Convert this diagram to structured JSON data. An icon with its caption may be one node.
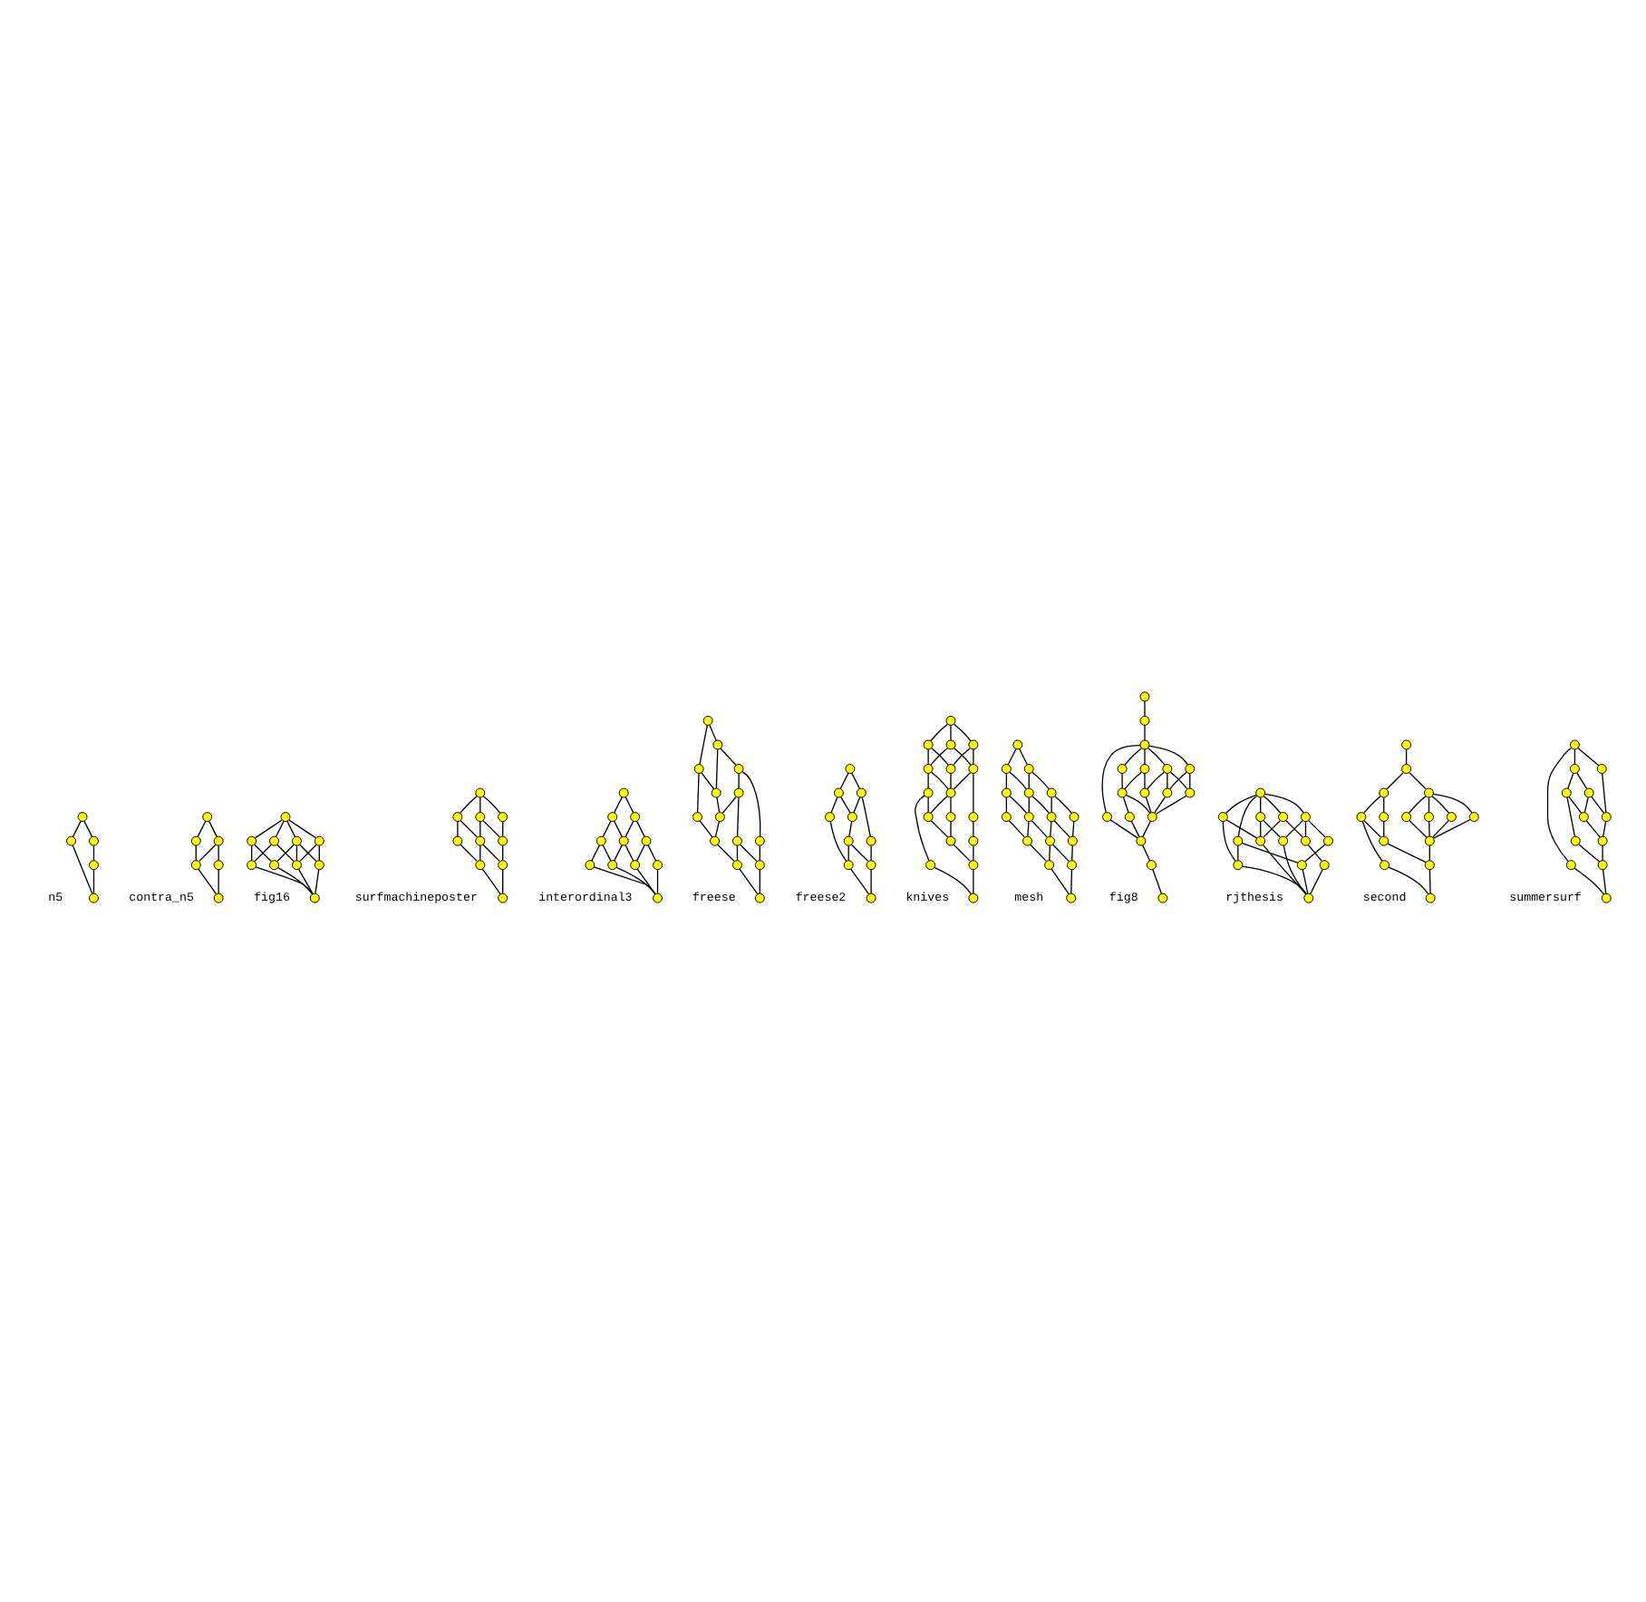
{
  "diagram": {
    "nodes": [
      {
        "text": [],
        "shape": "circle"
      },
      {
        "text": [],
        "shape": "circle"
      },
      {
        "text": [],
        "shape": "circle"
      },
      {
        "text": [],
        "shape": "circle"
      },
      {
        "text": [],
        "shape": "circle"
      },
      {
        "text": [],
        "shape": "circle"
      },
      {
        "text": [],
        "shape": "circle"
      },
      {
        "text": [],
        "shape": "circle"
      },
      {
        "text": [],
        "shape": "circle"
      },
      {
        "text": [],
        "shape": "circle"
      },
      {
        "text": [],
        "shape": "circle"
      },
      {
        "text": [],
        "shape": "circle"
      },
      {
        "text": [],
        "shape": "circle"
      },
      {
        "text": [],
        "shape": "circle"
      },
      {
        "text": [],
        "shape": "circle"
      },
      {
        "text": [],
        "shape": "circle"
      },
      {
        "text": [],
        "shape": "circle"
      },
      {
        "text": [],
        "shape": "circle"
      },
      {
        "text": [],
        "shape": "circle"
      },
      {
        "text": [],
        "shape": "circle"
      },
      {
        "text": [],
        "shape": "circle"
      },
      {
        "text": [],
        "shape": "circle"
      },
      {
        "text": [],
        "shape": "circle"
      },
      {
        "text": [],
        "shape": "circle"
      },
      {
        "text": [],
        "shape": "circle"
      },
      {
        "text": [],
        "shape": "circle"
      },
      {
        "text": [],
        "shape": "circle"
      },
      {
        "text": [],
        "shape": "circle"
      },
      {
        "text": [],
        "shape": "circle"
      },
      {
        "text": [],
        "shape": "circle"
      },
      {
        "text": [],
        "shape": "circle"
      },
      {
        "text": [],
        "shape": "circle"
      },
      {
        "text": [],
        "shape": "circle"
      },
      {
        "text": [],
        "shape": "circle"
      },
      {
        "text": [],
        "shape": "circle"
      },
      {
        "text": [],
        "shape": "circle"
      },
      {
        "text": [],
        "shape": "circle"
      },
      {
        "text": [],
        "shape": "circle"
      },
      {
        "text": [],
        "shape": "circle"
      },
      {
        "text": [],
        "shape": "circle"
      },
      {
        "text": [],
        "shape": "circle"
      },
      {
        "text": [],
        "shape": "circle"
      },
      {
        "text": [],
        "shape": "circle"
      },
      {
        "text": [],
        "shape": "circle"
      },
      {
        "text": [],
        "shape": "circle"
      },
      {
        "text": [],
        "shape": "circle"
      },
      {
        "text": [],
        "shape": "circle"
      },
      {
        "text": [],
        "shape": "circle"
      },
      {
        "text": [],
        "shape": "circle"
      },
      {
        "text": [],
        "shape": "circle"
      },
      {
        "text": [],
        "shape": "circle"
      },
      {
        "text": [],
        "shape": "circle"
      },
      {
        "text": [],
        "shape": "circle"
      },
      {
        "text": [],
        "shape": "circle"
      },
      {
        "text": [],
        "shape": "circle"
      },
      {
        "text": [],
        "shape": "circle"
      },
      {
        "text": [],
        "shape": "circle"
      },
      {
        "text": [],
        "shape": "circle"
      },
      {
        "text": [],
        "shape": "circle"
      },
      {
        "text": [],
        "shape": "circle"
      },
      {
        "text": [],
        "shape": "circle"
      },
      {
        "text": [],
        "shape": "circle"
      },
      {
        "text": [],
        "shape": "circle"
      },
      {
        "text": [],
        "shape": "circle"
      },
      {
        "text": [],
        "shape": "circle"
      },
      {
        "text": [],
        "shape": "circle"
      },
      {
        "text": [],
        "shape": "circle"
      },
      {
        "text": [],
        "shape": "circle"
      },
      {
        "text": [],
        "shape": "circle"
      },
      {
        "text": [],
        "shape": "circle"
      },
      {
        "text": [],
        "shape": "circle"
      },
      {
        "text": [],
        "shape": "circle"
      },
      {
        "text": [],
        "shape": "circle"
      },
      {
        "text": [],
        "shape": "circle"
      },
      {
        "text": [],
        "shape": "circle"
      },
      {
        "text": [],
        "shape": "circle"
      },
      {
        "text": [],
        "shape": "circle"
      },
      {
        "text": [],
        "shape": "circle"
      },
      {
        "text": [],
        "shape": "circle"
      },
      {
        "text": [],
        "shape": "circle"
      },
      {
        "text": [],
        "shape": "circle"
      },
      {
        "text": [],
        "shape": "circle"
      },
      {
        "text": [],
        "shape": "circle"
      },
      {
        "text": [],
        "shape": "circle"
      },
      {
        "text": [],
        "shape": "circle"
      },
      {
        "text": [],
        "shape": "circle"
      },
      {
        "text": [],
        "shape": "circle"
      },
      {
        "text": [],
        "shape": "circle"
      },
      {
        "text": [],
        "shape": "circle"
      },
      {
        "text": [],
        "shape": "circle"
      },
      {
        "text": [],
        "shape": "circle"
      },
      {
        "text": [],
        "shape": "circle"
      },
      {
        "text": [],
        "shape": "circle"
      },
      {
        "text": [],
        "shape": "circle"
      },
      {
        "text": [],
        "shape": "circle"
      },
      {
        "text": [],
        "shape": "circle"
      },
      {
        "text": [],
        "shape": "circle"
      },
      {
        "text": [],
        "shape": "circle"
      },
      {
        "text": [],
        "shape": "circle"
      },
      {
        "text": [],
        "shape": "circle"
      },
      {
        "text": [],
        "shape": "circle"
      },
      {
        "text": [],
        "shape": "circle"
      },
      {
        "text": [],
        "shape": "circle"
      },
      {
        "text": [],
        "shape": "circle"
      },
      {
        "text": [],
        "shape": "circle"
      },
      {
        "text": [],
        "shape": "circle"
      },
      {
        "text": [],
        "shape": "circle"
      },
      {
        "text": [],
        "shape": "circle"
      },
      {
        "text": [],
        "shape": "circle"
      },
      {
        "text": [],
        "shape": "circle"
      },
      {
        "text": [],
        "shape": "circle"
      },
      {
        "text": [],
        "shape": "circle"
      },
      {
        "text": [],
        "shape": "circle"
      },
      {
        "text": [],
        "shape": "circle"
      },
      {
        "text": [],
        "shape": "circle"
      },
      {
        "text": [],
        "shape": "circle"
      },
      {
        "text": [],
        "shape": "circle"
      },
      {
        "text": [],
        "shape": "circle"
      },
      {
        "text": [],
        "shape": "circle"
      },
      {
        "text": [],
        "shape": "circle"
      },
      {
        "text": [],
        "shape": "circle"
      },
      {
        "text": [],
        "shape": "circle"
      },
      {
        "text": [],
        "shape": "circle"
      },
      {
        "text": [],
        "shape": "circle"
      },
      {
        "text": [],
        "shape": "circle"
      },
      {
        "text": [],
        "shape": "circle"
      },
      {
        "text": [],
        "shape": "circle"
      },
      {
        "text": [],
        "shape": "circle"
      },
      {
        "text": [],
        "shape": "circle"
      },
      {
        "text": [],
        "shape": "circle"
      },
      {
        "text": [],
        "shape": "circle"
      },
      {
        "text": [],
        "shape": "circle"
      },
      {
        "text": [],
        "shape": "circle"
      },
      {
        "text": [],
        "shape": "circle"
      },
      {
        "text": [],
        "shape": "circle"
      },
      {
        "text": [],
        "shape": "circle"
      },
      {
        "text": [],
        "shape": "circle"
      },
      {
        "text": [],
        "shape": "circle"
      },
      {
        "text": [],
        "shape": "circle"
      },
      {
        "text": [],
        "shape": "circle"
      },
      {
        "text": [],
        "shape": "circle"
      },
      {
        "text": [],
        "shape": "circle"
      },
      {
        "text": [],
        "shape": "circle"
      },
      {
        "text": [],
        "shape": "circle"
      },
      {
        "text": [],
        "shape": "circle"
      },
      {
        "text": [],
        "shape": "circle"
      },
      {
        "text": [],
        "shape": "circle"
      },
      {
        "text": [],
        "shape": "circle"
      },
      {
        "text": [],
        "shape": "circle"
      },
      {
        "text": [],
        "shape": "circle"
      },
      {
        "text": [],
        "shape": "circle"
      },
      {
        "text": [],
        "shape": "circle"
      },
      {
        "text": [],
        "shape": "circle"
      },
      {
        "text": [],
        "shape": "circle"
      },
      {
        "text": [],
        "shape": "circle"
      },
      {
        "text": [],
        "shape": "circle"
      },
      {
        "text": [],
        "shape": "circle"
      }
    ],
    "edges": [
      {
        "from": 1,
        "to": 0,
        "arrow": "none"
      },
      {
        "from": 2,
        "to": 0,
        "arrow": "none"
      },
      {
        "from": 3,
        "to": 1,
        "arrow": "none"
      },
      {
        "from": 4,
        "to": 2,
        "arrow": "none"
      },
      {
        "from": 4,
        "to": 3,
        "arrow": "none"
      },
      {
        "from": 6,
        "to": 5,
        "arrow": "none"
      },
      {
        "from": 7,
        "to": 5,
        "arrow": "none"
      },
      {
        "from": 8,
        "to": 6,
        "arrow": "none"
      },
      {
        "from": 8,
        "to": 7,
        "arrow": "none"
      },
      {
        "from": 9,
        "to": 7,
        "arrow": "none"
      },
      {
        "from": 10,
        "to": 8,
        "arrow": "none"
      },
      {
        "from": 10,
        "to": 9,
        "arrow": "none"
      },
      {
        "from": 12,
        "to": 11,
        "arrow": "none"
      },
      {
        "from": 13,
        "to": 11,
        "arrow": "none"
      },
      {
        "from": 14,
        "to": 11,
        "arrow": "none"
      },
      {
        "from": 15,
        "to": 11,
        "arrow": "none"
      },
      {
        "from": 16,
        "to": 13,
        "arrow": "none"
      },
      {
        "from": 16,
        "to": 14,
        "arrow": "none"
      },
      {
        "from": 17,
        "to": 12,
        "arrow": "none"
      },
      {
        "from": 17,
        "to": 15,
        "arrow": "none"
      },
      {
        "from": 18,
        "to": 12,
        "arrow": "none"
      },
      {
        "from": 18,
        "to": 13,
        "arrow": "none"
      },
      {
        "from": 18,
        "to": 15,
        "arrow": "none"
      },
      {
        "from": 19,
        "to": 14,
        "arrow": "none"
      },
      {
        "from": 19,
        "to": 15,
        "arrow": "none"
      },
      {
        "from": 20,
        "to": 16,
        "arrow": "none"
      },
      {
        "from": 20,
        "to": 17,
        "arrow": "none"
      },
      {
        "from": 20,
        "to": 18,
        "arrow": "none"
      },
      {
        "from": 20,
        "to": 19,
        "arrow": "none"
      },
      {
        "from": 22,
        "to": 21,
        "arrow": "none"
      },
      {
        "from": 23,
        "to": 21,
        "arrow": "none"
      },
      {
        "from": 24,
        "to": 21,
        "arrow": "none"
      },
      {
        "from": 25,
        "to": 22,
        "arrow": "none"
      },
      {
        "from": 26,
        "to": 22,
        "arrow": "none"
      },
      {
        "from": 26,
        "to": 23,
        "arrow": "none"
      },
      {
        "from": 27,
        "to": 23,
        "arrow": "none"
      },
      {
        "from": 27,
        "to": 24,
        "arrow": "none"
      },
      {
        "from": 28,
        "to": 25,
        "arrow": "none"
      },
      {
        "from": 28,
        "to": 26,
        "arrow": "none"
      },
      {
        "from": 29,
        "to": 26,
        "arrow": "none"
      },
      {
        "from": 29,
        "to": 27,
        "arrow": "none"
      },
      {
        "from": 30,
        "to": 28,
        "arrow": "none"
      },
      {
        "from": 30,
        "to": 29,
        "arrow": "none"
      },
      {
        "from": 32,
        "to": 31,
        "arrow": "none"
      },
      {
        "from": 33,
        "to": 31,
        "arrow": "none"
      },
      {
        "from": 34,
        "to": 32,
        "arrow": "none"
      },
      {
        "from": 35,
        "to": 32,
        "arrow": "none"
      },
      {
        "from": 35,
        "to": 33,
        "arrow": "none"
      },
      {
        "from": 36,
        "to": 33,
        "arrow": "none"
      },
      {
        "from": 37,
        "to": 34,
        "arrow": "none"
      },
      {
        "from": 38,
        "to": 34,
        "arrow": "none"
      },
      {
        "from": 38,
        "to": 35,
        "arrow": "none"
      },
      {
        "from": 39,
        "to": 35,
        "arrow": "none"
      },
      {
        "from": 39,
        "to": 36,
        "arrow": "none"
      },
      {
        "from": 40,
        "to": 36,
        "arrow": "none"
      },
      {
        "from": 41,
        "to": 37,
        "arrow": "none"
      },
      {
        "from": 41,
        "to": 38,
        "arrow": "none"
      },
      {
        "from": 41,
        "to": 39,
        "arrow": "none"
      },
      {
        "from": 41,
        "to": 40,
        "arrow": "none"
      },
      {
        "from": 43,
        "to": 42,
        "arrow": "none"
      },
      {
        "from": 44,
        "to": 42,
        "arrow": "none"
      },
      {
        "from": 45,
        "to": 43,
        "arrow": "none"
      },
      {
        "from": 46,
        "to": 43,
        "arrow": "none"
      },
      {
        "from": 46,
        "to": 44,
        "arrow": "none"
      },
      {
        "from": 47,
        "to": 44,
        "arrow": "none"
      },
      {
        "from": 48,
        "to": 47,
        "arrow": "none"
      },
      {
        "from": 49,
        "to": 47,
        "arrow": "none"
      },
      {
        "from": 50,
        "to": 46,
        "arrow": "none"
      },
      {
        "from": 50,
        "to": 48,
        "arrow": "none"
      },
      {
        "from": 51,
        "to": 48,
        "arrow": "none"
      },
      {
        "from": 52,
        "to": 45,
        "arrow": "none"
      },
      {
        "from": 52,
        "to": 50,
        "arrow": "none"
      },
      {
        "from": 53,
        "to": 51,
        "arrow": "none"
      },
      {
        "from": 53,
        "to": 49,
        "arrow": "none"
      },
      {
        "from": 54,
        "to": 52,
        "arrow": "none"
      },
      {
        "from": 54,
        "to": 51,
        "arrow": "none"
      },
      {
        "from": 55,
        "to": 54,
        "arrow": "none"
      },
      {
        "from": 55,
        "to": 53,
        "arrow": "none"
      },
      {
        "from": 57,
        "to": 56,
        "arrow": "none"
      },
      {
        "from": 58,
        "to": 56,
        "arrow": "none"
      },
      {
        "from": 59,
        "to": 57,
        "arrow": "none"
      },
      {
        "from": 60,
        "to": 57,
        "arrow": "none"
      },
      {
        "from": 60,
        "to": 58,
        "arrow": "none"
      },
      {
        "from": 61,
        "to": 58,
        "arrow": "none"
      },
      {
        "from": 62,
        "to": 60,
        "arrow": "none"
      },
      {
        "from": 63,
        "to": 59,
        "arrow": "none"
      },
      {
        "from": 63,
        "to": 62,
        "arrow": "none"
      },
      {
        "from": 64,
        "to": 62,
        "arrow": "none"
      },
      {
        "from": 64,
        "to": 61,
        "arrow": "none"
      },
      {
        "from": 65,
        "to": 63,
        "arrow": "none"
      },
      {
        "from": 65,
        "to": 64,
        "arrow": "none"
      },
      {
        "from": 67,
        "to": 66,
        "arrow": "none"
      },
      {
        "from": 68,
        "to": 66,
        "arrow": "none"
      },
      {
        "from": 69,
        "to": 66,
        "arrow": "none"
      },
      {
        "from": 70,
        "to": 67,
        "arrow": "none"
      },
      {
        "from": 71,
        "to": 67,
        "arrow": "none"
      },
      {
        "from": 70,
        "to": 68,
        "arrow": "none"
      },
      {
        "from": 72,
        "to": 68,
        "arrow": "none"
      },
      {
        "from": 71,
        "to": 69,
        "arrow": "none"
      },
      {
        "from": 72,
        "to": 69,
        "arrow": "none"
      },
      {
        "from": 74,
        "to": 70,
        "arrow": "none"
      },
      {
        "from": 73,
        "to": 71,
        "arrow": "none"
      },
      {
        "from": 74,
        "to": 71,
        "arrow": "none"
      },
      {
        "from": 74,
        "to": 72,
        "arrow": "none"
      },
      {
        "from": 75,
        "to": 72,
        "arrow": "none"
      },
      {
        "from": 76,
        "to": 73,
        "arrow": "none"
      },
      {
        "from": 77,
        "to": 73,
        "arrow": "none"
      },
      {
        "from": 77,
        "to": 74,
        "arrow": "none"
      },
      {
        "from": 78,
        "to": 74,
        "arrow": "none"
      },
      {
        "from": 79,
        "to": 75,
        "arrow": "none"
      },
      {
        "from": 80,
        "to": 77,
        "arrow": "none"
      },
      {
        "from": 80,
        "to": 78,
        "arrow": "none"
      },
      {
        "from": 81,
        "to": 80,
        "arrow": "none"
      },
      {
        "from": 81,
        "to": 79,
        "arrow": "none"
      },
      {
        "from": 82,
        "to": 76,
        "arrow": "none"
      },
      {
        "from": 82,
        "to": 81,
        "arrow": "none"
      },
      {
        "from": 84,
        "to": 83,
        "arrow": "none"
      },
      {
        "from": 85,
        "to": 83,
        "arrow": "none"
      },
      {
        "from": 86,
        "to": 84,
        "arrow": "none"
      },
      {
        "from": 87,
        "to": 84,
        "arrow": "none"
      },
      {
        "from": 87,
        "to": 85,
        "arrow": "none"
      },
      {
        "from": 88,
        "to": 85,
        "arrow": "none"
      },
      {
        "from": 89,
        "to": 86,
        "arrow": "none"
      },
      {
        "from": 90,
        "to": 86,
        "arrow": "none"
      },
      {
        "from": 90,
        "to": 87,
        "arrow": "none"
      },
      {
        "from": 91,
        "to": 87,
        "arrow": "none"
      },
      {
        "from": 91,
        "to": 88,
        "arrow": "none"
      },
      {
        "from": 92,
        "to": 88,
        "arrow": "none"
      },
      {
        "from": 93,
        "to": 89,
        "arrow": "none"
      },
      {
        "from": 93,
        "to": 90,
        "arrow": "none"
      },
      {
        "from": 94,
        "to": 90,
        "arrow": "none"
      },
      {
        "from": 94,
        "to": 91,
        "arrow": "none"
      },
      {
        "from": 95,
        "to": 91,
        "arrow": "none"
      },
      {
        "from": 95,
        "to": 92,
        "arrow": "none"
      },
      {
        "from": 96,
        "to": 93,
        "arrow": "none"
      },
      {
        "from": 96,
        "to": 94,
        "arrow": "none"
      },
      {
        "from": 97,
        "to": 94,
        "arrow": "none"
      },
      {
        "from": 97,
        "to": 95,
        "arrow": "none"
      },
      {
        "from": 98,
        "to": 96,
        "arrow": "none"
      },
      {
        "from": 98,
        "to": 97,
        "arrow": "none"
      },
      {
        "from": 100,
        "to": 99,
        "arrow": "none"
      },
      {
        "from": 101,
        "to": 100,
        "arrow": "none"
      },
      {
        "from": 102,
        "to": 101,
        "arrow": "none"
      },
      {
        "from": 103,
        "to": 101,
        "arrow": "none"
      },
      {
        "from": 104,
        "to": 101,
        "arrow": "none"
      },
      {
        "from": 105,
        "to": 101,
        "arrow": "none"
      },
      {
        "from": 106,
        "to": 101,
        "arrow": "none"
      },
      {
        "from": 107,
        "to": 104,
        "arrow": "none"
      },
      {
        "from": 107,
        "to": 105,
        "arrow": "none"
      },
      {
        "from": 108,
        "to": 103,
        "arrow": "none"
      },
      {
        "from": 108,
        "to": 106,
        "arrow": "none"
      },
      {
        "from": 109,
        "to": 103,
        "arrow": "none"
      },
      {
        "from": 109,
        "to": 106,
        "arrow": "none"
      },
      {
        "from": 110,
        "to": 105,
        "arrow": "none"
      },
      {
        "from": 110,
        "to": 106,
        "arrow": "none"
      },
      {
        "from": 111,
        "to": 107,
        "arrow": "none"
      },
      {
        "from": 112,
        "to": 107,
        "arrow": "none"
      },
      {
        "from": 112,
        "to": 108,
        "arrow": "none"
      },
      {
        "from": 112,
        "to": 109,
        "arrow": "none"
      },
      {
        "from": 112,
        "to": 110,
        "arrow": "none"
      },
      {
        "from": 113,
        "to": 111,
        "arrow": "none"
      },
      {
        "from": 113,
        "to": 112,
        "arrow": "none"
      },
      {
        "from": 113,
        "to": 102,
        "arrow": "none"
      },
      {
        "from": 114,
        "to": 113,
        "arrow": "none"
      },
      {
        "from": 115,
        "to": 114,
        "arrow": "none"
      },
      {
        "from": 117,
        "to": 116,
        "arrow": "none"
      },
      {
        "from": 118,
        "to": 116,
        "arrow": "none"
      },
      {
        "from": 119,
        "to": 116,
        "arrow": "none"
      },
      {
        "from": 120,
        "to": 116,
        "arrow": "none"
      },
      {
        "from": 121,
        "to": 116,
        "arrow": "none"
      },
      {
        "from": 122,
        "to": 117,
        "arrow": "none"
      },
      {
        "from": 122,
        "to": 118,
        "arrow": "none"
      },
      {
        "from": 122,
        "to": 119,
        "arrow": "none"
      },
      {
        "from": 123,
        "to": 117,
        "arrow": "none"
      },
      {
        "from": 123,
        "to": 120,
        "arrow": "none"
      },
      {
        "from": 124,
        "to": 118,
        "arrow": "none"
      },
      {
        "from": 124,
        "to": 121,
        "arrow": "none"
      },
      {
        "from": 125,
        "to": 119,
        "arrow": "none"
      },
      {
        "from": 125,
        "to": 121,
        "arrow": "none"
      },
      {
        "from": 126,
        "to": 121,
        "arrow": "none"
      },
      {
        "from": 127,
        "to": 125,
        "arrow": "none"
      },
      {
        "from": 128,
        "to": 126,
        "arrow": "none"
      },
      {
        "from": 128,
        "to": 120,
        "arrow": "none"
      },
      {
        "from": 129,
        "to": 122,
        "arrow": "none"
      },
      {
        "from": 129,
        "to": 123,
        "arrow": "none"
      },
      {
        "from": 129,
        "to": 124,
        "arrow": "none"
      },
      {
        "from": 129,
        "to": 127,
        "arrow": "none"
      },
      {
        "from": 129,
        "to": 128,
        "arrow": "none"
      },
      {
        "from": 131,
        "to": 130,
        "arrow": "none"
      },
      {
        "from": 132,
        "to": 131,
        "arrow": "none"
      },
      {
        "from": 133,
        "to": 131,
        "arrow": "none"
      },
      {
        "from": 134,
        "to": 132,
        "arrow": "none"
      },
      {
        "from": 135,
        "to": 132,
        "arrow": "none"
      },
      {
        "from": 140,
        "to": 134,
        "arrow": "none"
      },
      {
        "from": 141,
        "to": 134,
        "arrow": "none"
      },
      {
        "from": 141,
        "to": 135,
        "arrow": "none"
      },
      {
        "from": 136,
        "to": 133,
        "arrow": "none"
      },
      {
        "from": 137,
        "to": 133,
        "arrow": "none"
      },
      {
        "from": 138,
        "to": 133,
        "arrow": "none"
      },
      {
        "from": 139,
        "to": 133,
        "arrow": "none"
      },
      {
        "from": 142,
        "to": 136,
        "arrow": "none"
      },
      {
        "from": 142,
        "to": 137,
        "arrow": "none"
      },
      {
        "from": 142,
        "to": 138,
        "arrow": "none"
      },
      {
        "from": 142,
        "to": 139,
        "arrow": "none"
      },
      {
        "from": 143,
        "to": 141,
        "arrow": "none"
      },
      {
        "from": 143,
        "to": 142,
        "arrow": "none"
      },
      {
        "from": 144,
        "to": 140,
        "arrow": "none"
      },
      {
        "from": 144,
        "to": 143,
        "arrow": "none"
      },
      {
        "from": 146,
        "to": 145,
        "arrow": "none"
      },
      {
        "from": 147,
        "to": 145,
        "arrow": "none"
      },
      {
        "from": 148,
        "to": 145,
        "arrow": "none"
      },
      {
        "from": 149,
        "to": 147,
        "arrow": "none"
      },
      {
        "from": 150,
        "to": 147,
        "arrow": "none"
      },
      {
        "from": 153,
        "to": 148,
        "arrow": "none"
      },
      {
        "from": 151,
        "to": 149,
        "arrow": "none"
      },
      {
        "from": 152,
        "to": 149,
        "arrow": "none"
      },
      {
        "from": 152,
        "to": 150,
        "arrow": "none"
      },
      {
        "from": 153,
        "to": 150,
        "arrow": "none"
      },
      {
        "from": 155,
        "to": 151,
        "arrow": "none"
      },
      {
        "from": 154,
        "to": 152,
        "arrow": "none"
      },
      {
        "from": 154,
        "to": 153,
        "arrow": "none"
      },
      {
        "from": 155,
        "to": 154,
        "arrow": "none"
      },
      {
        "from": 156,
        "to": 146,
        "arrow": "none"
      },
      {
        "from": 156,
        "to": 155,
        "arrow": "none"
      }
    ],
    "labels": [
      "n5",
      "contra_n5",
      "fig16",
      "surfmachineposter",
      "interordinal3",
      "freese",
      "freese2",
      "knives",
      "mesh",
      "fig8",
      "rjthesis",
      "second",
      "summersurf"
    ]
  }
}
